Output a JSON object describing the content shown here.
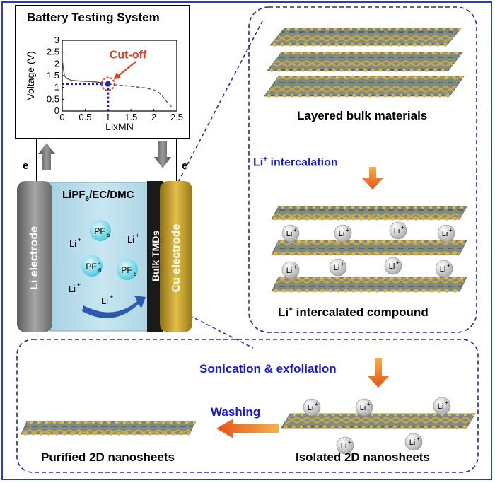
{
  "battery_title": "Battery Testing System",
  "chart_data": {
    "type": "line",
    "xlabel": "LixMN",
    "ylabel": "Voltage (V)",
    "xlim": [
      0,
      2.5
    ],
    "ylim": [
      0,
      3
    ],
    "x_ticks": [
      "0",
      "0.5",
      "1",
      "1.5",
      "2",
      "2.5"
    ],
    "y_ticks": [
      "0",
      "0.5",
      "1",
      "1.5",
      "2",
      "2.5",
      "3"
    ],
    "series": [
      {
        "style": "solid",
        "x": [
          0,
          0.02,
          0.05,
          0.1,
          0.2,
          0.4,
          0.6,
          0.8,
          0.95,
          1.0
        ],
        "y": [
          2.2,
          1.85,
          1.5,
          1.38,
          1.3,
          1.27,
          1.25,
          1.22,
          1.18,
          1.15
        ]
      },
      {
        "style": "dashed",
        "x": [
          1.0,
          1.2,
          1.4,
          1.6,
          1.8,
          2.0,
          2.1,
          2.2,
          2.3,
          2.4
        ],
        "y": [
          1.15,
          1.1,
          1.07,
          1.03,
          0.98,
          0.9,
          0.8,
          0.6,
          0.35,
          0.15
        ]
      }
    ],
    "cutoff": {
      "x": 1.0,
      "y": 1.15,
      "label": "Cut-off"
    }
  },
  "electron_left": "e",
  "electron_right": "e",
  "electron_sup": "-",
  "electrolyte_main": "LiPF",
  "electrolyte_sub": "6",
  "electrolyte_rest": "/EC/DMC",
  "li_electrode": "Li electrode",
  "bulk_tmds": "Bulk TMDs",
  "cu_electrode": "Cu electrode",
  "ion_li": "Li",
  "ion_li_sup": "+",
  "ion_pf": "PF",
  "ion_pf_sub": "6",
  "ion_pf_sup": "-",
  "layered_bulk": "Layered bulk materials",
  "intercalation_label": "Li",
  "intercalation_sup": "+",
  "intercalation_rest": " intercalation",
  "intercalated_compound_main": "Li",
  "intercalated_compound_sup": "+",
  "intercalated_compound_rest": " intercalated compound",
  "sonication": "Sonication & exfoliation",
  "washing": "Washing",
  "purified": "Purified 2D nanosheets",
  "isolated": "Isolated 2D nanosheets",
  "colors": {
    "frame": "#2a3fb0",
    "label_blue": "#1a1ad6",
    "arrow_orange": "#ee7a1a",
    "cutoff_red": "#e23b1e",
    "electrolyte": "#b8dbea",
    "cu": "#c9a22a",
    "li": "#8a8a8a",
    "sheet_gold": "#d2b14c",
    "sheet_gray": "#6f7c74"
  }
}
